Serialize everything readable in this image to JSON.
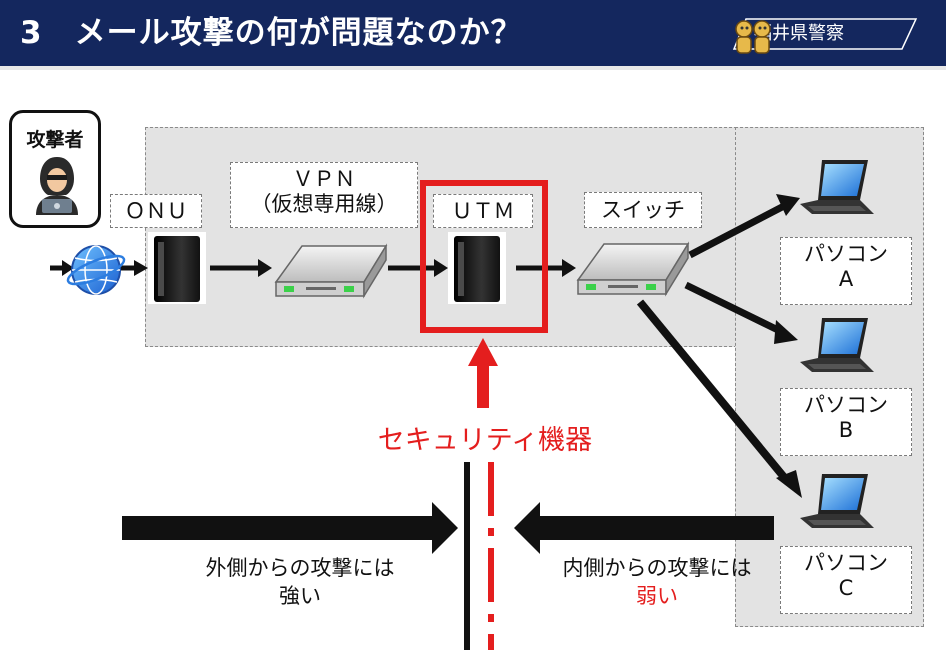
{
  "header": {
    "title": "3　メール攻撃の何が問題なのか？",
    "org_badge": "福井県警察"
  },
  "attacker": {
    "label": "攻撃者"
  },
  "devices": {
    "onu": "ＯＮＵ",
    "vpn_line1": "ＶＰＮ",
    "vpn_line2": "（仮想専用線）",
    "utm": "ＵＴＭ",
    "switch": "スイッチ"
  },
  "pcs": [
    {
      "line1": "パソコン",
      "line2": "A"
    },
    {
      "line1": "パソコン",
      "line2": "B"
    },
    {
      "line1": "パソコン",
      "line2": "C"
    }
  ],
  "security_label": "セキュリティ機器",
  "outer_caption": {
    "line1": "外側からの攻撃には",
    "line2": "強い"
  },
  "inner_caption": {
    "line1": "内側からの攻撃には",
    "line2": "弱い"
  },
  "colors": {
    "header_bg": "#14275e",
    "accent_red": "#e41e1e",
    "panel_gray": "#e3e3e3"
  }
}
